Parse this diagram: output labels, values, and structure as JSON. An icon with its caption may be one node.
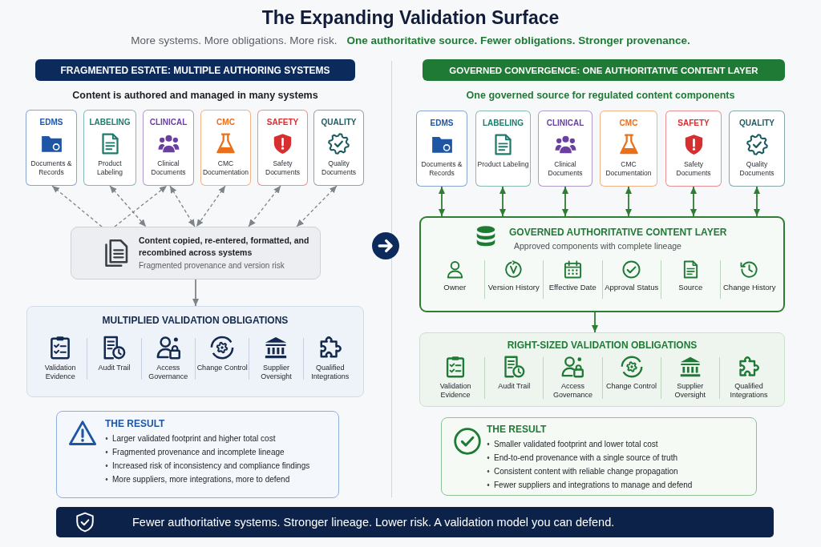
{
  "diagram": {
    "title": "The Expanding Validation Surface",
    "nodes": [
      {
        "text": [
          "FRAGMENTED ESTATE: MULTIPLE AUTHORING SYSTEMS"
        ]
      },
      {
        "text": [
          "EDMS",
          "Documents & Records"
        ]
      },
      {
        "text": [
          "LABELING",
          "Product Labeling"
        ]
      },
      {
        "text": [
          "CLINICAL",
          "Clinical Documents"
        ]
      },
      {
        "text": [
          "CMC",
          "CMC Documentation"
        ]
      },
      {
        "text": [
          "SAFETY",
          "Safety Documents"
        ]
      },
      {
        "text": [
          "QUALITY",
          "Quality Documents"
        ]
      },
      {
        "text": [
          "Content copied, re-entered, formatted, and recombined across systems",
          "Fragmented provenance and version risk"
        ]
      },
      {
        "text": [
          "MULTIPLIED VALIDATION OBLIGATIONS",
          "Validation Evidence",
          "Audit Trail",
          "Access Governance",
          "Change Control",
          "Supplier Oversight",
          "Qualified Integrations"
        ]
      },
      {
        "text": [
          "THE RESULT",
          "Larger validated footprint and higher total cost",
          "Fragmented provenance and incomplete lineage",
          "Increased risk of inconsistency and compliance findings",
          "More suppliers, more integrations, more to defend"
        ]
      },
      {
        "text": [
          "GOVERNED CONVERGENCE: ONE AUTHORITATIVE CONTENT LAYER"
        ]
      },
      {
        "text": [
          "EDMS",
          "Documents & Records"
        ]
      },
      {
        "text": [
          "LABELING",
          "Product Labeling"
        ]
      },
      {
        "text": [
          "CLINICAL",
          "Clinical Documents"
        ]
      },
      {
        "text": [
          "CMC",
          "CMC Documentation"
        ]
      },
      {
        "text": [
          "SAFETY",
          "Safety Documents"
        ]
      },
      {
        "text": [
          "QUALITY",
          "Quality Documents"
        ]
      },
      {
        "text": [
          "GOVERNED AUTHORITATIVE CONTENT LAYER",
          "Approved components with complete lineage",
          "Owner",
          "Version History",
          "Effective Date",
          "Approval Status",
          "Source",
          "Change History"
        ]
      },
      {
        "text": [
          "RIGHT-SIZED VALIDATION OBLIGATIONS",
          "Validation Evidence",
          "Audit Trail",
          "Access Governance",
          "Change Control",
          "Supplier Oversight",
          "Qualified Integrations"
        ]
      },
      {
        "text": [
          "THE RESULT",
          "Smaller validated footprint and lower total cost",
          "End-to-end provenance with a single source of truth",
          "Consistent content with reliable change propagation",
          "Fewer suppliers and integrations to manage and defend"
        ]
      },
      {
        "text": [
          "Fewer authoritative systems. Stronger lineage. Lower risk. A validation model you can defend."
        ]
      }
    ],
    "edges": [
      {
        "from": 7,
        "to": 1,
        "arrow": "to",
        "style": "dashed"
      },
      {
        "from": 2,
        "to": 7,
        "arrow": "both",
        "style": "dashed"
      },
      {
        "from": 7,
        "to": 3,
        "arrow": "to",
        "style": "dashed"
      },
      {
        "from": 3,
        "to": 7,
        "arrow": "both",
        "style": "dashed"
      },
      {
        "from": 4,
        "to": 7,
        "arrow": "both",
        "style": "dashed"
      },
      {
        "from": 5,
        "to": 7,
        "arrow": "both",
        "style": "dashed"
      },
      {
        "from": 6,
        "to": 7,
        "arrow": "both",
        "style": "dashed"
      },
      {
        "from": 7,
        "to": 8,
        "arrow": "to"
      },
      {
        "from": 11,
        "to": 17,
        "arrow": "both",
        "color": "#2e7d32"
      },
      {
        "from": 12,
        "to": 17,
        "arrow": "both",
        "color": "#2e7d32"
      },
      {
        "from": 13,
        "to": 17,
        "arrow": "both",
        "color": "#2e7d32"
      },
      {
        "from": 14,
        "to": 17,
        "arrow": "both",
        "color": "#2e7d32"
      },
      {
        "from": 15,
        "to": 17,
        "arrow": "both",
        "color": "#2e7d32"
      },
      {
        "from": 16,
        "to": 17,
        "arrow": "both",
        "color": "#2e7d32"
      },
      {
        "from": 17,
        "to": 18,
        "arrow": "to",
        "color": "#2e7d32"
      }
    ],
    "labels": [
      "More systems. More obligations. More risk.",
      "One authoritative source. Fewer obligations. Stronger provenance.",
      "Content is authored and managed in many systems",
      "One governed source for regulated content components"
    ]
  }
}
